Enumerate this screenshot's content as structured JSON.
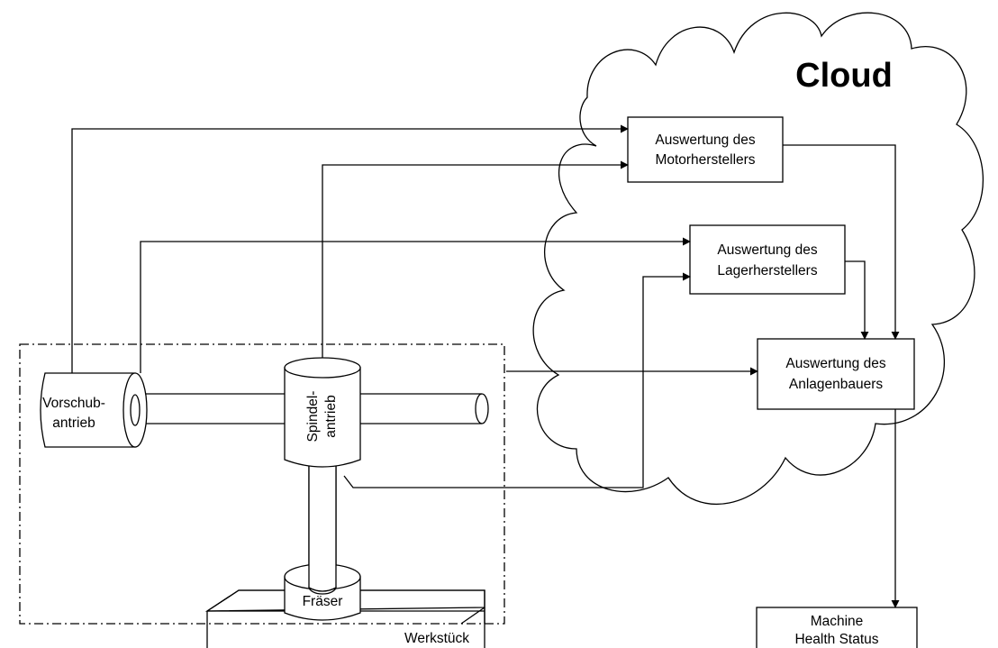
{
  "cloud": {
    "title": "Cloud"
  },
  "nodes": {
    "motor": {
      "line1": "Auswertung des",
      "line2": "Motorherstellers"
    },
    "lager": {
      "line1": "Auswertung des",
      "line2": "Lagerherstellers"
    },
    "anlagen": {
      "line1": "Auswertung des",
      "line2": "Anlagenbauers"
    },
    "health": {
      "line1": "Machine",
      "line2": "Health Status"
    }
  },
  "machine": {
    "vorschub": {
      "line1": "Vorschub-",
      "line2": "antrieb"
    },
    "spindel": {
      "line1": "Spindel-",
      "line2": "antrieb"
    },
    "fraeser": "Fräser",
    "werkstueck": "Werkstück"
  }
}
